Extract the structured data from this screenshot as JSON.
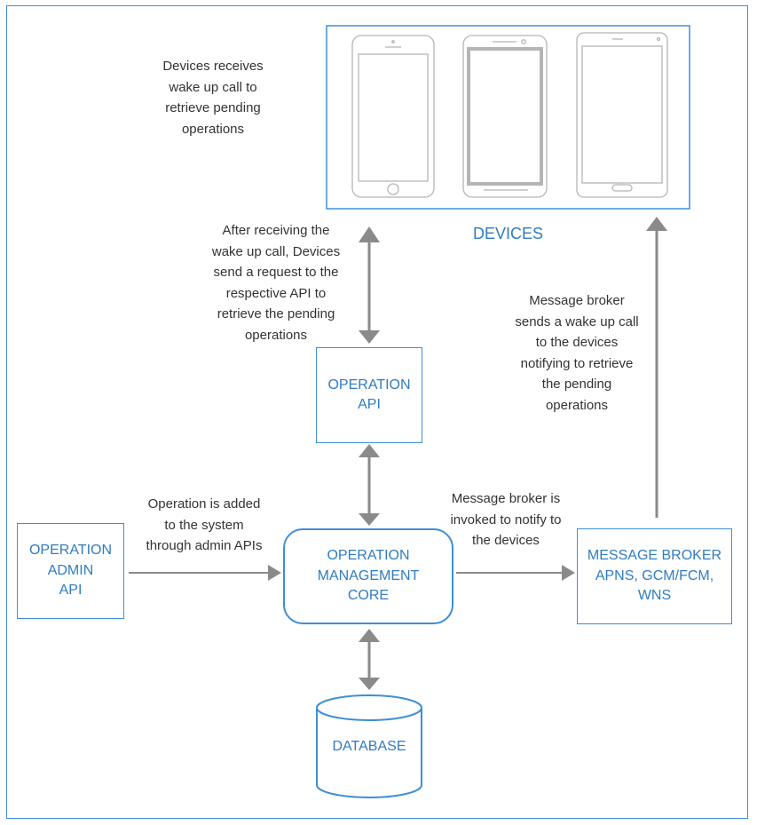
{
  "colors": {
    "accent": "#3d8fd6",
    "arrow": "#8a8a8a",
    "text": "#333333",
    "phone": "#b5b5b5"
  },
  "devices": {
    "label": "DEVICES"
  },
  "boxes": {
    "operation_api": "OPERATION\nAPI",
    "operation_admin_api": "OPERATION\nADMIN\nAPI",
    "operation_management_core": "OPERATION\nMANAGEMENT\nCORE",
    "message_broker": "MESSAGE BROKER\nAPNS, GCM/FCM,\nWNS",
    "database": "DATABASE"
  },
  "notes": {
    "devices_wake": "Devices receives\nwake up call to\nretrieve pending\noperations",
    "devices_request": "After receiving the\nwake up call, Devices\nsend a request to the\nrespective API to\nretrieve the pending\noperations",
    "broker_wake": "Message broker\nsends a wake up call\nto the devices\nnotifying to retrieve\nthe pending\noperations",
    "operation_added": "Operation is added\nto the system\nthrough admin APIs",
    "broker_invoked": "Message broker is\ninvoked to notify to\nthe devices"
  }
}
